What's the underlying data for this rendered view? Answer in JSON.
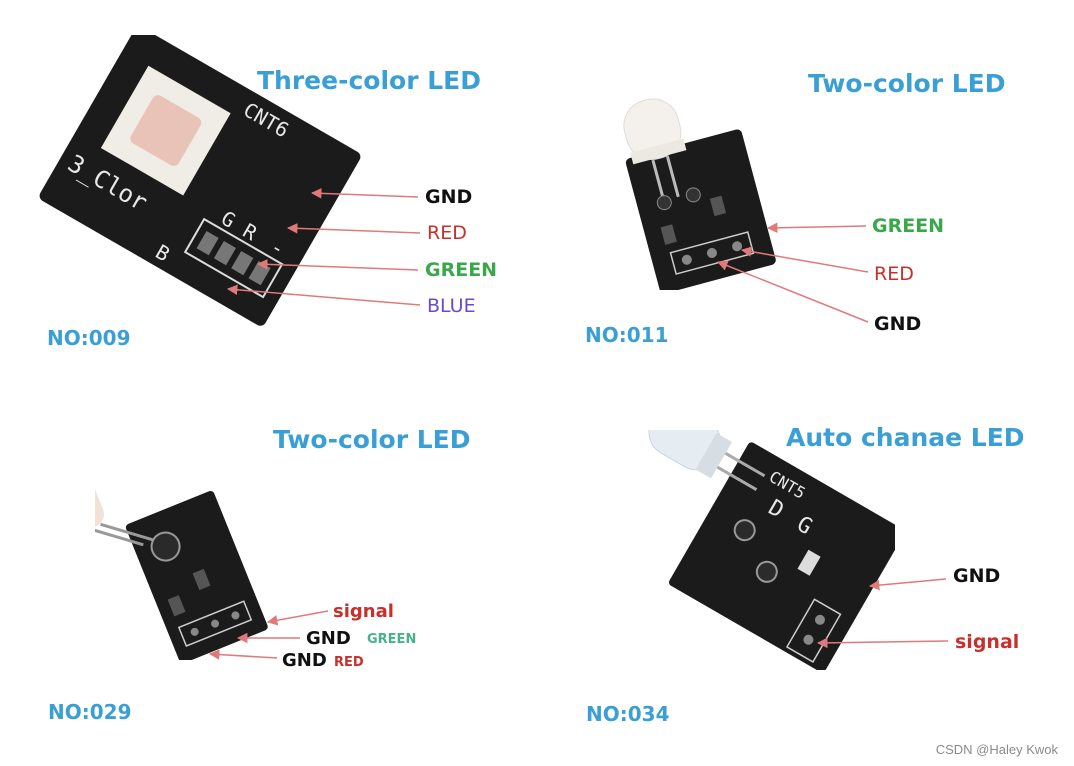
{
  "colors": {
    "title": "#3a9fd4",
    "black_label": "#111111",
    "red_label": "#c8302c",
    "green_label": "#3aa84a",
    "blue_label": "#6b4bc8",
    "arrow": "#e07a7a",
    "board": "#1b1b1b",
    "watermark": "#8a8a8a"
  },
  "panels": [
    {
      "title": "Three-color LED",
      "number": "NO:009",
      "silkscreen": [
        "CNT6",
        "3_Clor",
        "B",
        "G",
        "R",
        "-"
      ],
      "pins": [
        "GND",
        "RED",
        "GREEN",
        "BLUE"
      ]
    },
    {
      "title": "Two-color LED",
      "number": "NO:011",
      "pins": [
        "GREEN",
        "RED",
        "GND"
      ]
    },
    {
      "title": "Two-color LED",
      "number": "NO:029",
      "pins": [
        "signal",
        "GND",
        "GREEN",
        "GND",
        "RED"
      ]
    },
    {
      "title": "Auto chanae LED",
      "number": "NO:034",
      "silkscreen": [
        "CNT5",
        "D",
        "G"
      ],
      "pins": [
        "GND",
        "signal"
      ]
    }
  ],
  "watermark": "CSDN @Haley Kwok"
}
